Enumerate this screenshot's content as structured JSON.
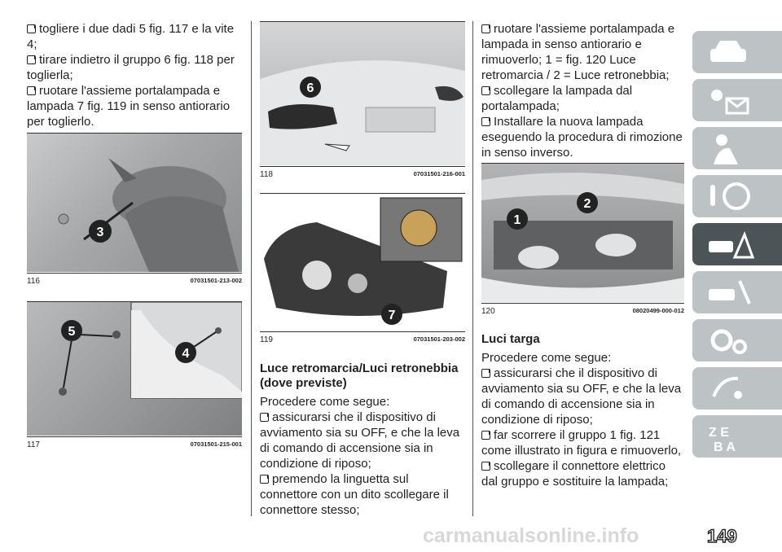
{
  "col1": {
    "bullets": [
      "togliere i due dadi 5 fig. 117 e la vite 4;",
      "tirare indietro il gruppo 6 fig. 118 per toglierla;",
      "ruotare l'assieme portalampada e lampada 7 fig. 119 in senso antiorario per toglierlo."
    ],
    "fig116": {
      "num": "116",
      "code": "07031501-213-002",
      "marker": "3"
    },
    "fig117": {
      "num": "117",
      "code": "07031501-215-001",
      "marker_a": "5",
      "marker_b": "4"
    }
  },
  "col2": {
    "fig118": {
      "num": "118",
      "code": "07031501-216-001",
      "marker": "6"
    },
    "fig119": {
      "num": "119",
      "code": "07031501-203-002",
      "marker": "7"
    },
    "heading": "Luce retromarcia/Luci retronebbia (dove previste)",
    "intro": "Procedere come segue:",
    "bullets": [
      "assicurarsi che il dispositivo di avviamento sia su OFF, e che la leva di comando di accensione sia in condizione di riposo;",
      "premendo la linguetta sul connettore con un dito scollegare il connettore stesso;"
    ]
  },
  "col3": {
    "bullets_top": [
      "ruotare l'assieme portalampada e lampada in senso antiorario e rimuoverlo; 1 = fig. 120 Luce retromarcia / 2 = Luce retronebbia;",
      "scollegare la lampada dal portalampada;",
      "Installare la nuova lampada eseguendo la procedura di rimozione in senso inverso."
    ],
    "fig120": {
      "num": "120",
      "code": "08020499-000-012",
      "marker_a": "1",
      "marker_b": "2"
    },
    "heading": "Luci targa",
    "intro": "Procedere come segue:",
    "bullets": [
      "assicurarsi che il dispositivo di avviamento sia su OFF, e che la leva di comando di accensione sia in condizione di riposo;",
      "far scorrere il gruppo 1 fig. 121 come illustrato in figura e rimuoverlo,",
      "scollegare il connettore elettrico dal gruppo e sostituire la lampada;"
    ]
  },
  "sidebar": {
    "icons": [
      "car-dashboard-icon",
      "warning-lights-icon",
      "safety-airbag-icon",
      "starting-driving-icon",
      "emergency-icon",
      "maintenance-icon",
      "technical-data-icon",
      "multimedia-icon",
      "index-icon"
    ],
    "active_index": 4,
    "colors": {
      "inactive": "#bdc2c4",
      "active": "#4b5457"
    }
  },
  "page_number": "149",
  "watermark": "carmanualsonline.info"
}
